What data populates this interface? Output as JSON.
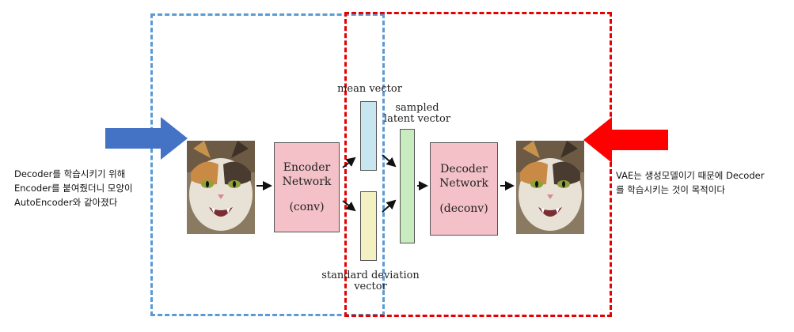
{
  "encoder": {
    "title_line1": "Encoder",
    "title_line2": "Network",
    "sub": "(conv)"
  },
  "decoder": {
    "title_line1": "Decoder",
    "title_line2": "Network",
    "sub": "(deconv)"
  },
  "labels": {
    "mean_vector": "mean vector",
    "sampled_latent_line1": "sampled",
    "sampled_latent_line2": "latent vector",
    "std_line1": "standard deviation",
    "std_line2": "vector"
  },
  "notes": {
    "left_line1": "Decoder를 학습시키기 위해",
    "left_line2": "Encoder를 붙여줬더니 모양이",
    "left_line3": "AutoEncoder와 같아졌다",
    "right_line1": "VAE는 생성모델이기 때문에 Decoder",
    "right_line2": "를 학습시키는 것이 목적이다"
  },
  "colors": {
    "blue_dash": "#5b9bd5",
    "red_dash": "#e60000",
    "blue_arrow": "#4472c4",
    "red_arrow": "#ff0000",
    "network_fill": "#f3c1c7",
    "mean_fill": "#c7e6f0",
    "std_fill": "#f3f1c2",
    "latent_fill": "#c8ecc0"
  },
  "icons": {
    "left_arrow": "arrow-right-icon",
    "right_arrow": "arrow-left-icon",
    "input_image": "cat-photo",
    "output_image": "cat-photo"
  }
}
